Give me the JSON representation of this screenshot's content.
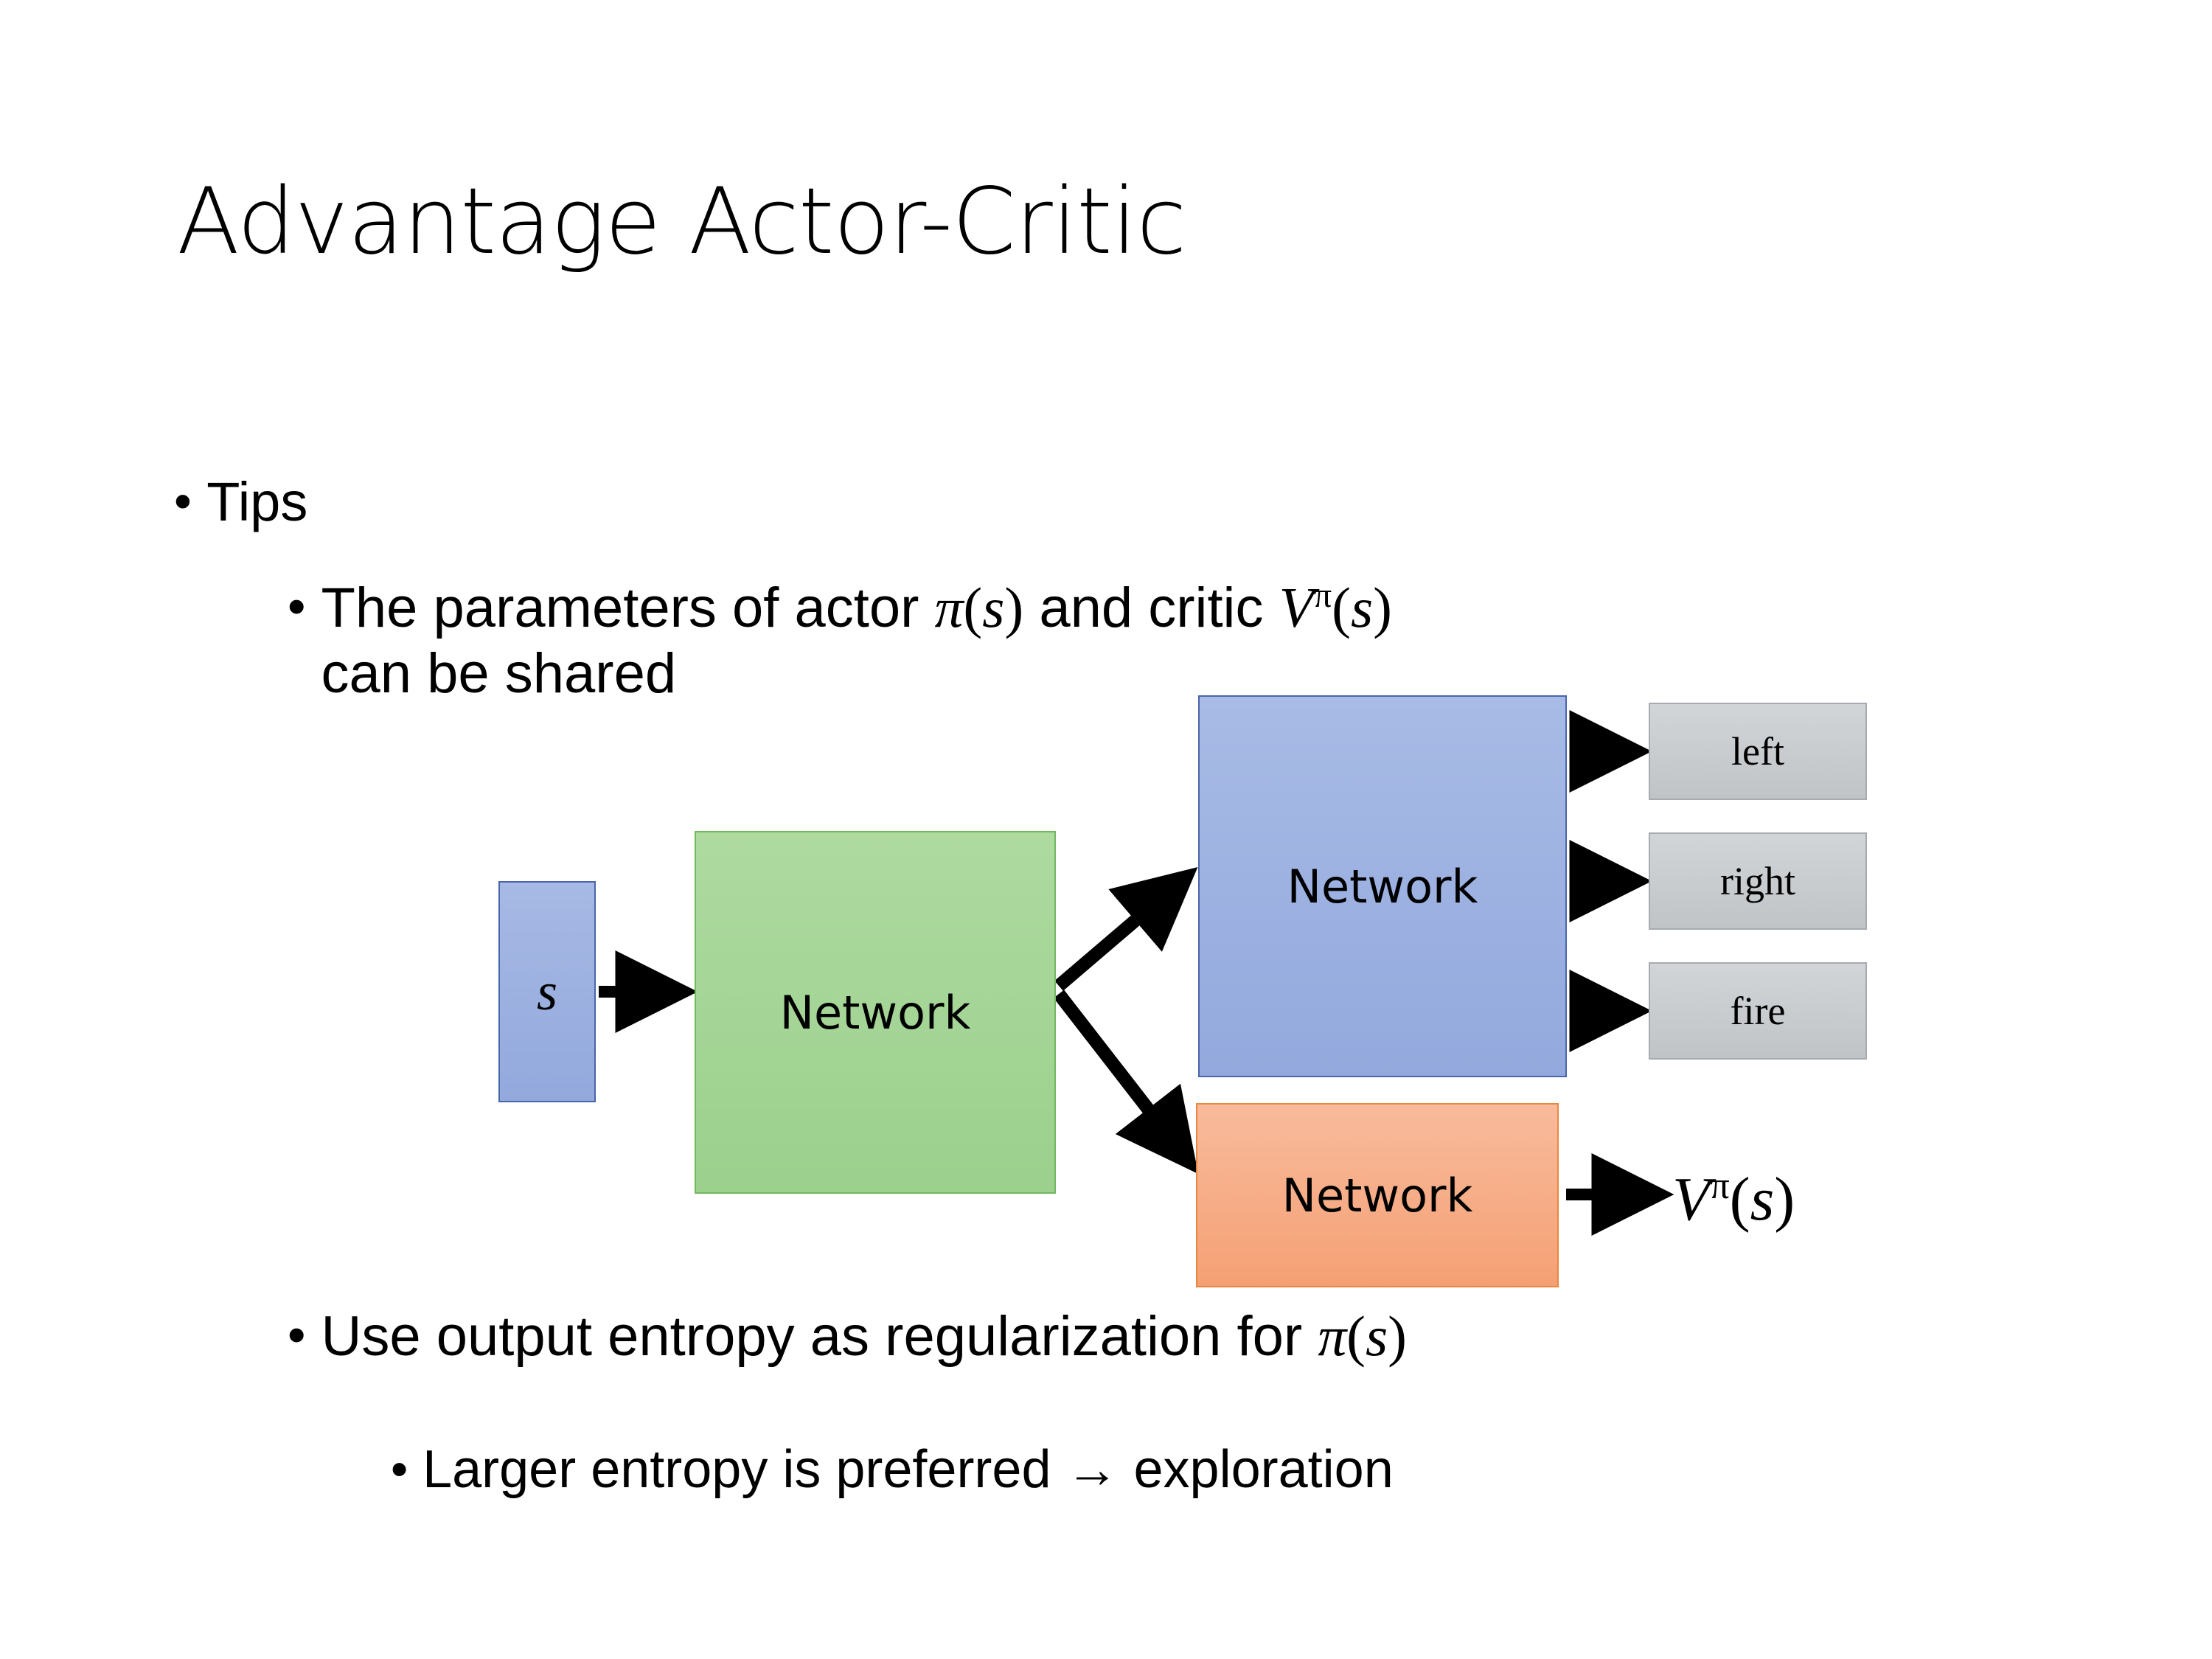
{
  "slide": {
    "title": "Advantage Actor-Critic"
  },
  "bullets": {
    "tips": {
      "marker": "•",
      "text": "Tips"
    },
    "shared": {
      "marker": "•",
      "text_before": "The parameters of actor ",
      "math_actor": "π(s)",
      "text_middle": "  and critic ",
      "math_critic": "Vπ(s)",
      "text_after": "can be shared",
      "full_text": "The parameters of actor π(s)  and critic Vπ(s) can be shared"
    },
    "entropy": {
      "marker": "•",
      "text_before": "Use output entropy as regularization for ",
      "math": "π(s)",
      "full_text": "Use output entropy as regularization for π(s)"
    },
    "exploration": {
      "marker": "•",
      "text": "Larger entropy is preferred → exploration"
    }
  },
  "math_symbols": {
    "pi": "π",
    "s": "s",
    "V": "V",
    "lparen": "(",
    "rparen": ")"
  },
  "diagram": {
    "state_box": {
      "label": "s",
      "color": "#93a9dd",
      "border": "#4a66ab"
    },
    "shared_network": {
      "label": "Network",
      "color": "#9bd08d",
      "border": "#72b861"
    },
    "actor_network": {
      "label": "Network",
      "color": "#93a9dd",
      "border": "#4a66ab"
    },
    "critic_network": {
      "label": "Network",
      "color": "#f5a074",
      "border": "#e8883f"
    },
    "actions": [
      {
        "label": "left",
        "color": "#c0c4c7"
      },
      {
        "label": "right",
        "color": "#c0c4c7"
      },
      {
        "label": "fire",
        "color": "#c0c4c7"
      }
    ],
    "critic_output": "Vπ(s)",
    "arrow_color": "#000000"
  }
}
